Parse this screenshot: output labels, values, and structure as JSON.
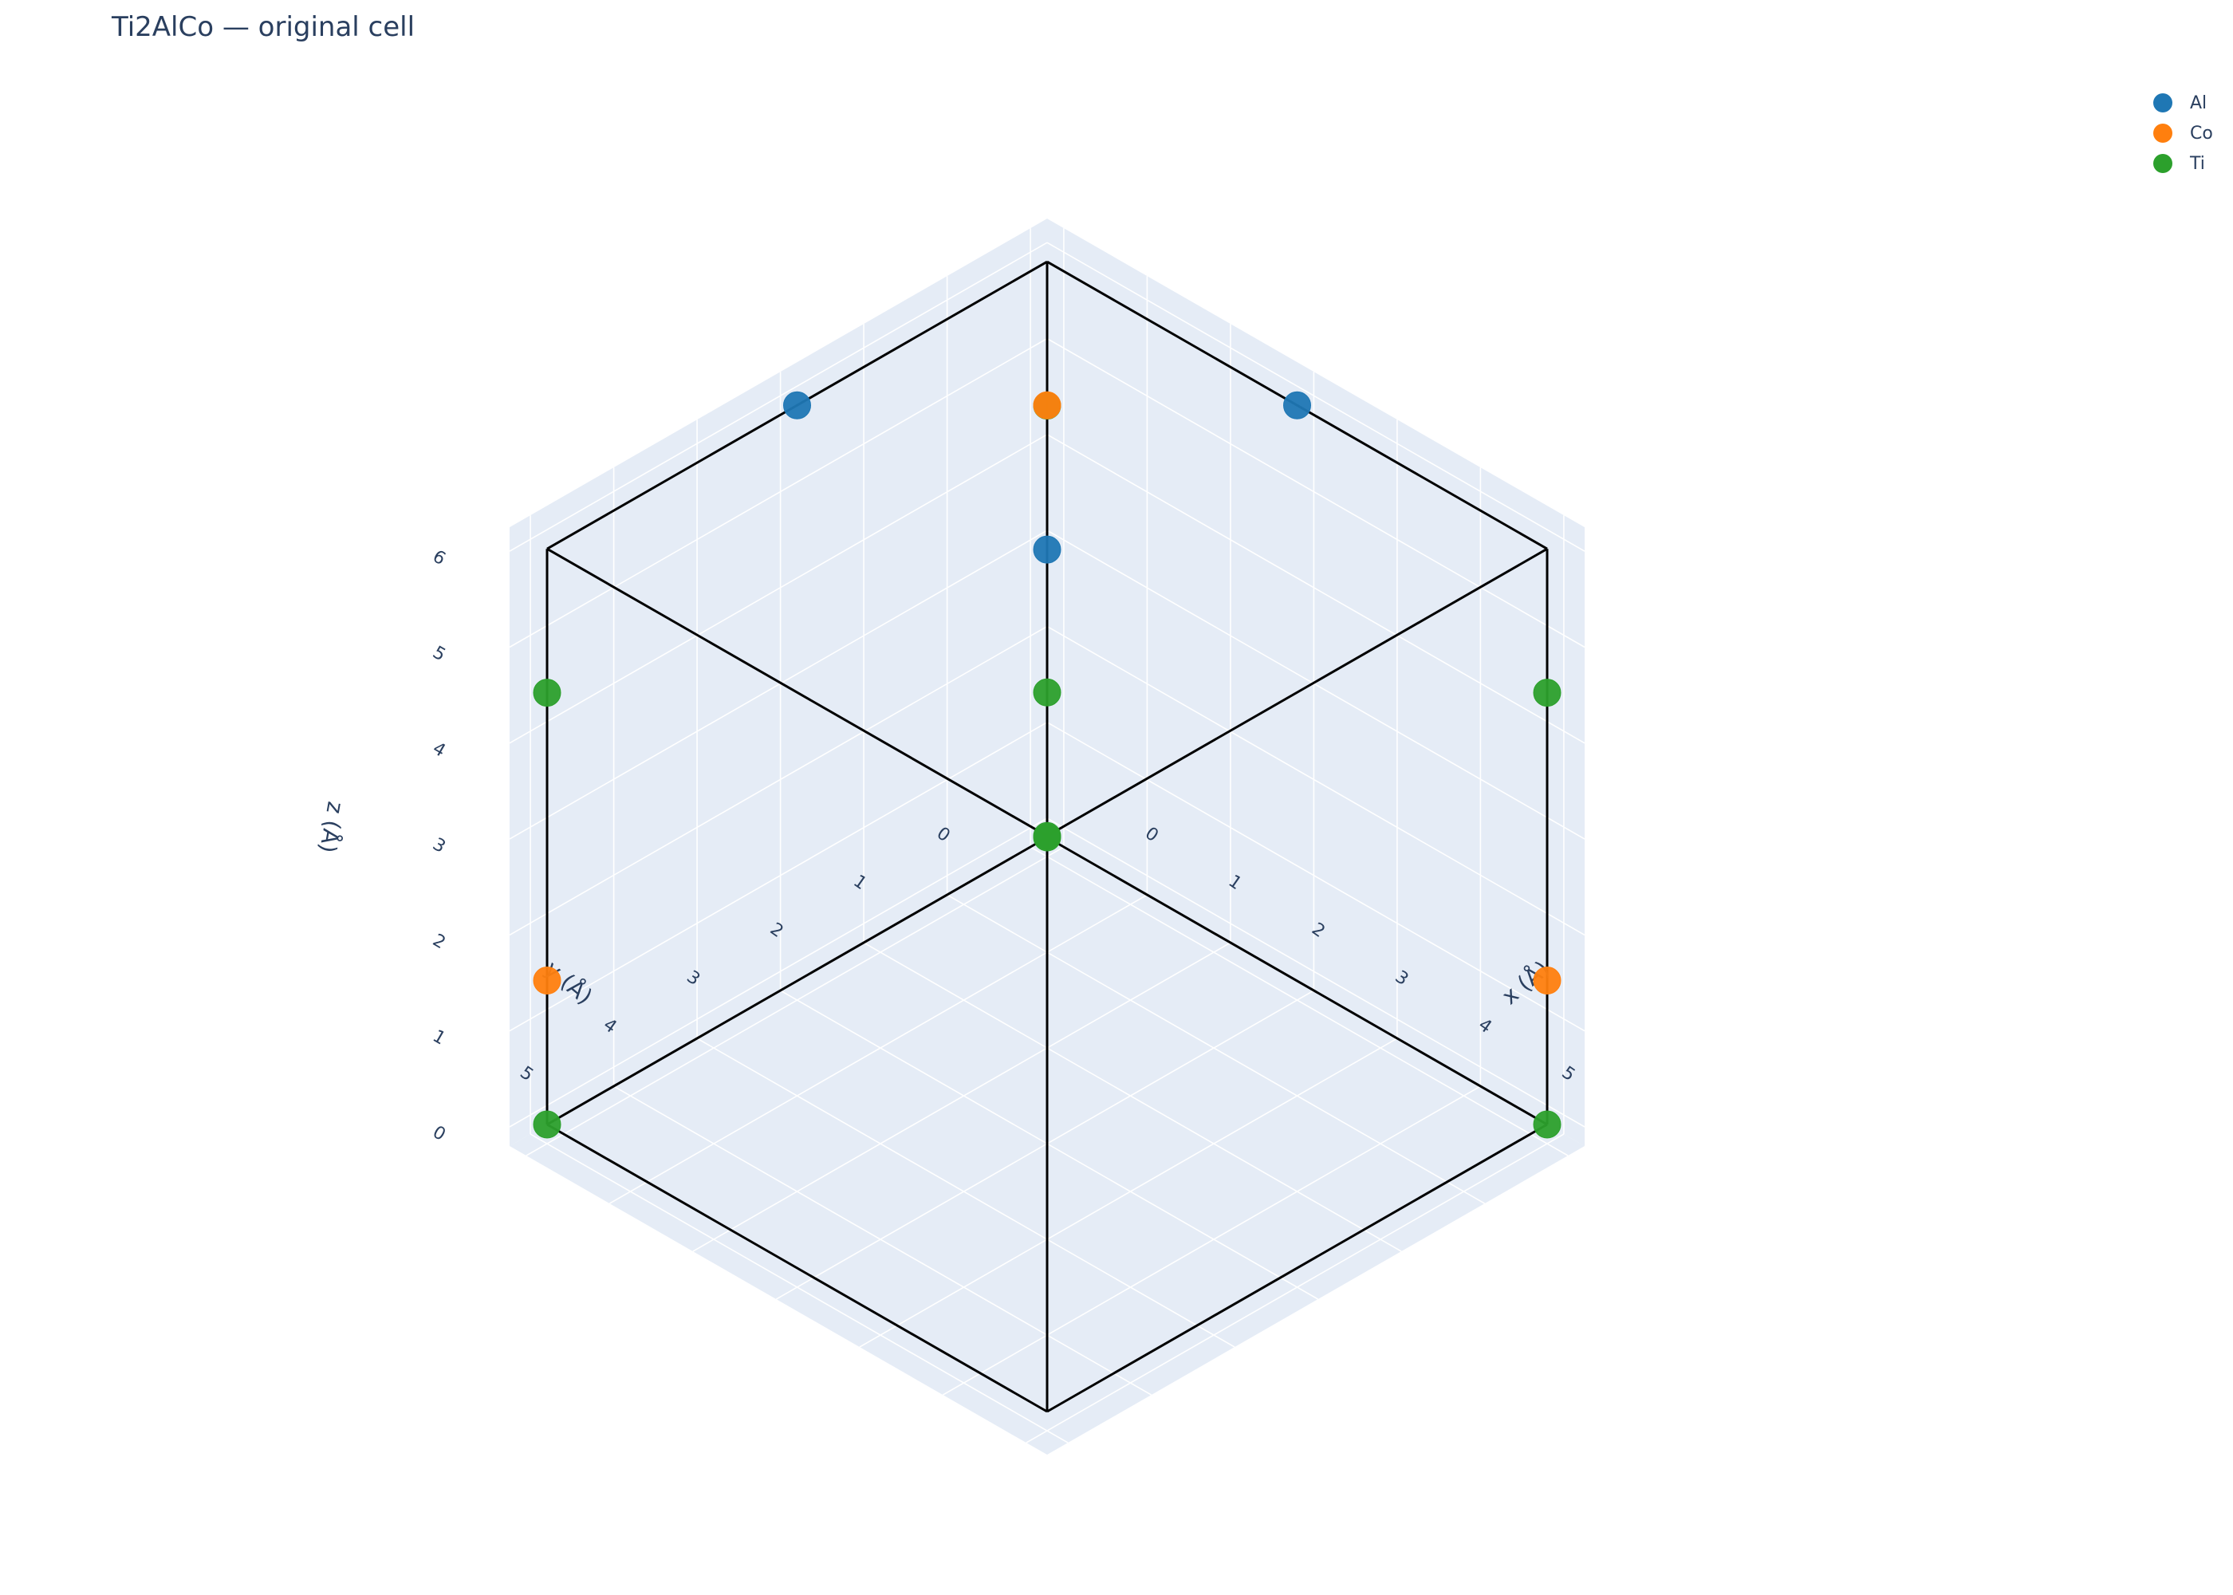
{
  "chart_data": {
    "type": "scatter",
    "subtype": "scatter3d",
    "title": "Ti2AlCo — original cell",
    "axes": {
      "x": {
        "label": "x (Å)",
        "ticks": [
          "0",
          "1",
          "2",
          "3",
          "4",
          "5"
        ],
        "range": [
          0,
          6
        ]
      },
      "y": {
        "label": "y (Å)",
        "ticks": [
          "0",
          "1",
          "2",
          "3",
          "4",
          "5"
        ],
        "range": [
          0,
          6
        ]
      },
      "z": {
        "label": "z (Å)",
        "ticks": [
          "0",
          "1",
          "2",
          "3",
          "4",
          "5",
          "6"
        ],
        "range": [
          0,
          6
        ]
      }
    },
    "grid": true,
    "legend_position": "top-right",
    "background_color": "#e5ecf6",
    "gridline_color": "#ffffff",
    "cell_edge_color": "#000000",
    "cell": {
      "a": 6.0
    },
    "series": [
      {
        "name": "Al",
        "color": "#1f77b4",
        "points": [
          [
            0,
            0,
            3.0
          ],
          [
            3.0,
            0,
            6.0
          ],
          [
            0,
            3.0,
            6.0
          ]
        ]
      },
      {
        "name": "Co",
        "color": "#ff7f0e",
        "points": [
          [
            6.0,
            0,
            1.5
          ],
          [
            0,
            6.0,
            1.5
          ],
          [
            1.5,
            1.5,
            6.0
          ]
        ]
      },
      {
        "name": "Ti",
        "color": "#2ca02c",
        "points": [
          [
            0,
            0,
            0
          ],
          [
            0,
            0,
            4.5
          ],
          [
            6.0,
            0,
            4.5
          ],
          [
            0,
            6.0,
            4.5
          ],
          [
            4.5,
            4.5,
            6.0
          ],
          [
            0,
            6.0,
            0
          ],
          [
            6.0,
            0,
            0
          ],
          [
            6.0,
            6.0,
            6.0
          ]
        ]
      }
    ]
  }
}
